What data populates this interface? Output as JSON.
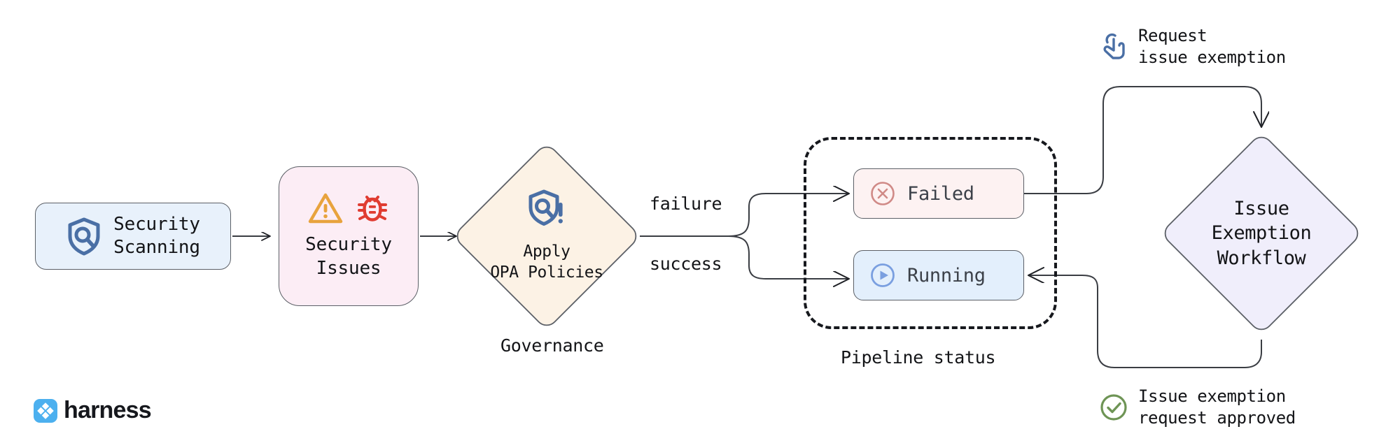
{
  "diagram": {
    "title": "Harness security scanning governance and issue exemption flow",
    "background": "#ffffff"
  },
  "nodes": {
    "security_scanning": {
      "label": "Security\nScanning",
      "icon": "shield-search-icon",
      "fill": "#e8f1fb",
      "stroke": "#5b5f66"
    },
    "security_issues": {
      "label": "Security\nIssues",
      "icons": [
        "warning-triangle-icon",
        "bug-icon"
      ],
      "fill": "#fcedf5",
      "stroke": "#5b5f66"
    },
    "governance": {
      "label": "Apply\nOPA Policies",
      "caption": "Governance",
      "icon": "shield-policy-icon",
      "fill": "#fcf2e5",
      "stroke": "#5b5f66"
    },
    "exemption_workflow": {
      "label": "Issue\nExemption\nWorkflow",
      "fill": "#f0eefb",
      "stroke": "#5b5f66"
    }
  },
  "pipeline_status": {
    "caption": "Pipeline status",
    "border_style": "dashed",
    "chips": [
      {
        "label": "Failed",
        "icon": "circle-x-icon",
        "fill": "#fdf2f2",
        "icon_color": "#d08a87"
      },
      {
        "label": "Running",
        "icon": "circle-play-icon",
        "fill": "#e3effc",
        "icon_color": "#7a9fe0"
      }
    ]
  },
  "edges": {
    "failure_label": "failure",
    "success_label": "success"
  },
  "annotations": [
    {
      "label": "Request\nissue exemption",
      "icon": "hand-tap-icon",
      "icon_color": "#4a6fa5"
    },
    {
      "label": "Issue exemption\nrequest approved",
      "icon": "check-circle-icon",
      "icon_color": "#6e9455"
    }
  ],
  "branding": {
    "wordmark": "harness",
    "logo_icon": "harness-logo-icon",
    "logo_color": "#4cb0ef"
  },
  "colors": {
    "stroke": "#5b5f66",
    "text": "#131417",
    "warning": "#e8a33d",
    "bug": "#e03c31",
    "shield_blue": "#4a6fa5",
    "failed": "#d08a87",
    "running": "#7a9fe0",
    "approved": "#6e9455"
  }
}
